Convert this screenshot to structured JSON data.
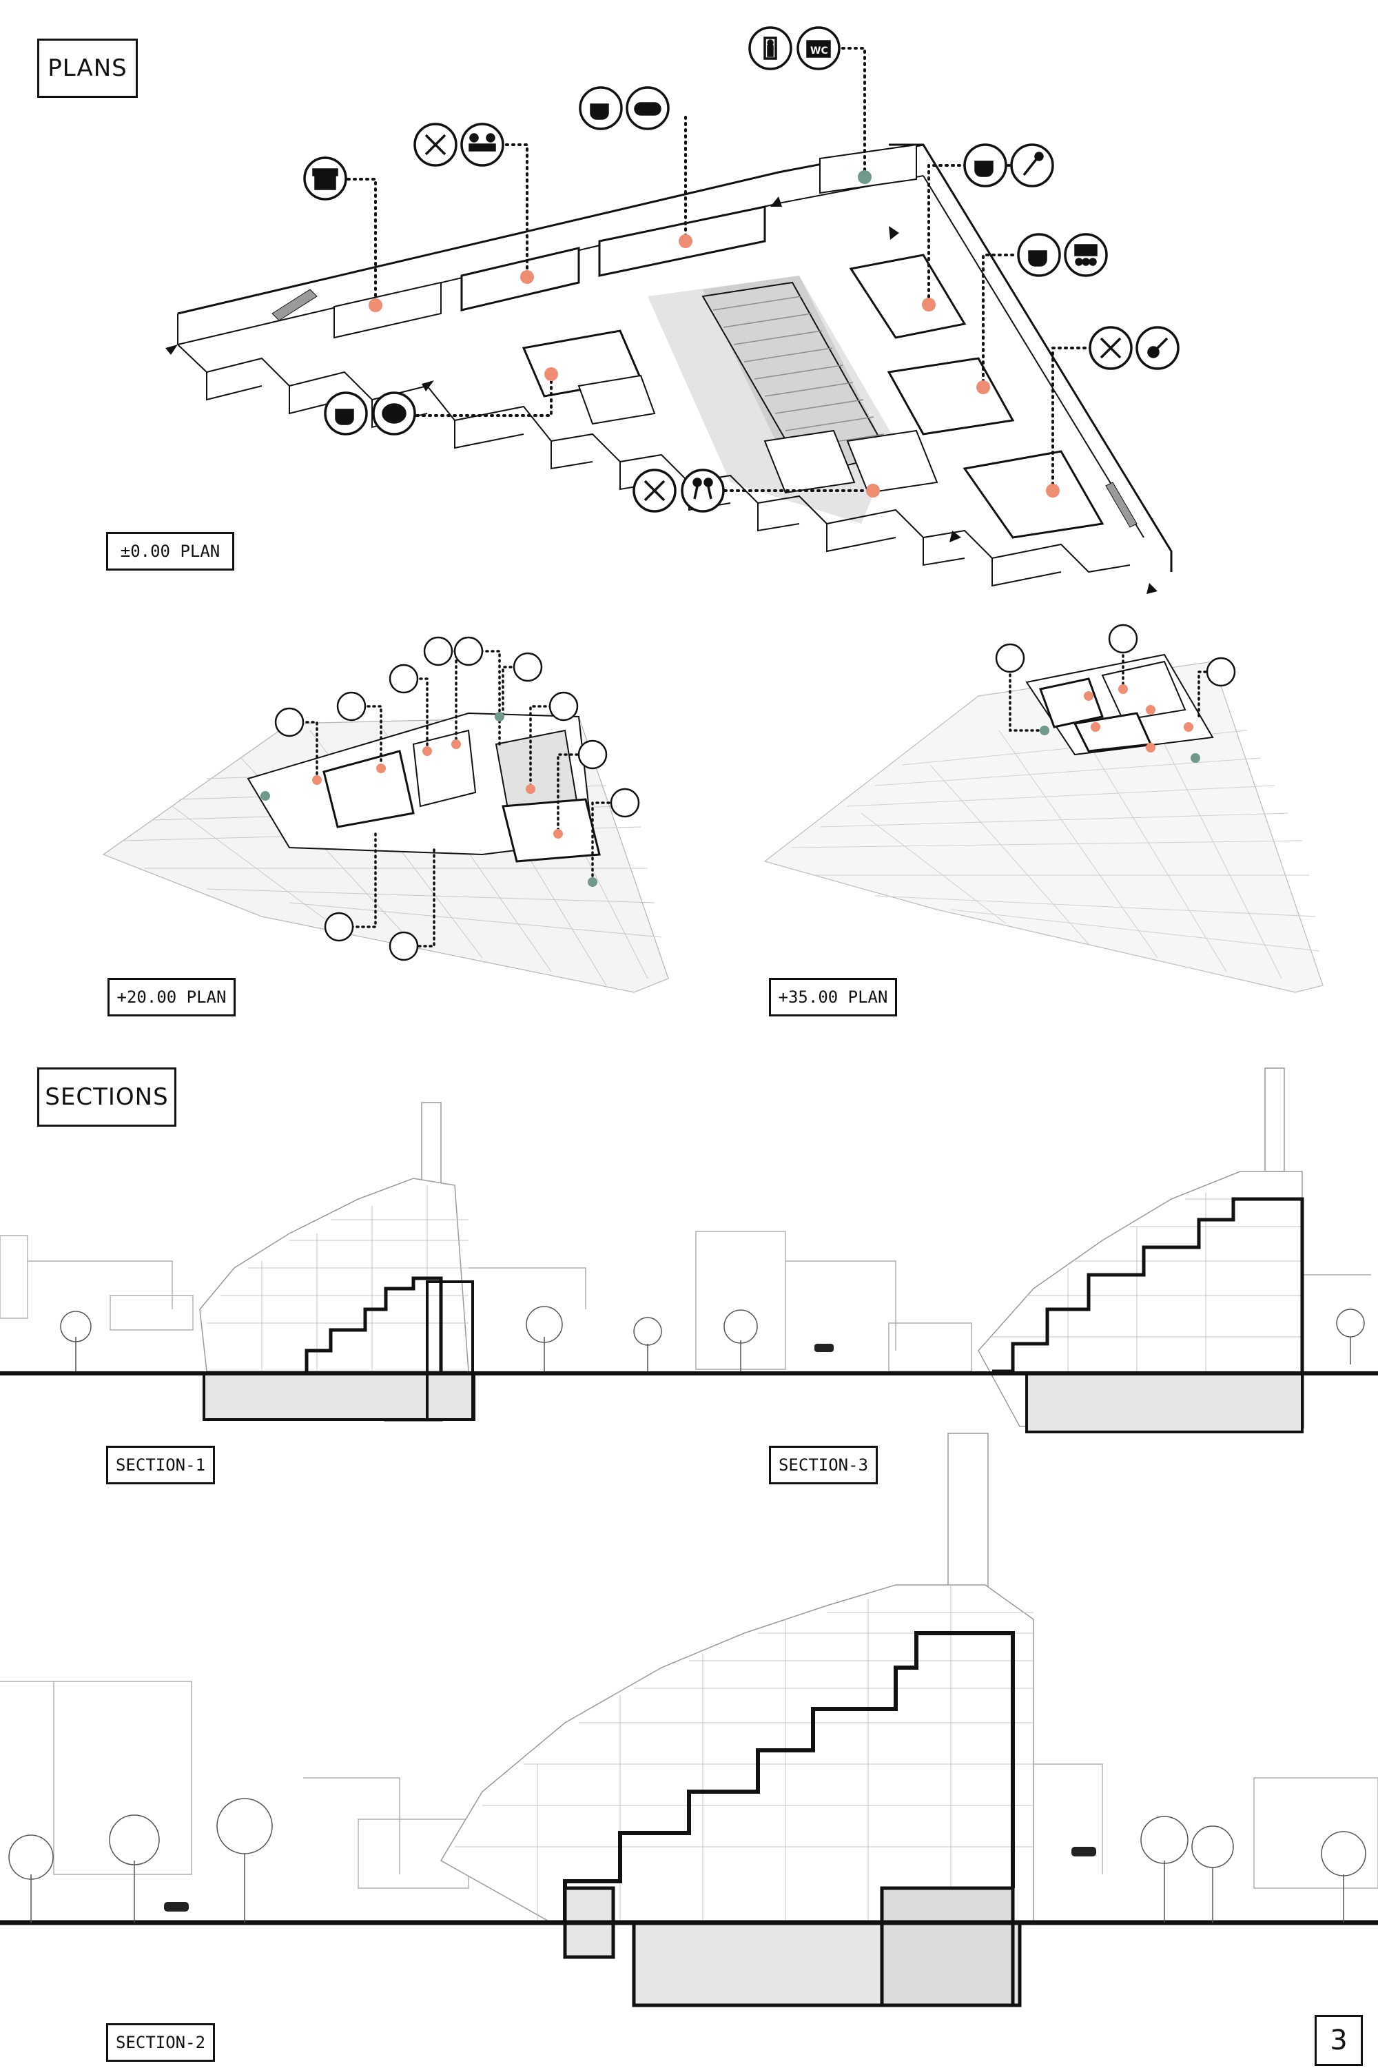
{
  "headers": {
    "plans": "PLANS",
    "sections": "SECTIONS"
  },
  "plan_labels": {
    "ground": "±0.00 PLAN",
    "level20": "+20.00 PLAN",
    "level35": "+35.00 PLAN"
  },
  "section_labels": {
    "s1": "SECTION-1",
    "s2": "SECTION-2",
    "s3": "SECTION-3"
  },
  "page_number": "3",
  "icon_labels": {
    "wc": "WC"
  },
  "colors": {
    "ink": "#111111",
    "accent_dot": "#ef8d73",
    "circulation_dot": "#6f9a8b",
    "shade": "#d9d9d9",
    "light_shade": "#eeeeee"
  },
  "icons": {
    "ground_plan": [
      "gift-icon",
      "cutlery-icon",
      "meeting-icon",
      "coffee-icon",
      "gamepad-icon",
      "elevator-icon",
      "wc-icon",
      "microphone-icon",
      "cinema-icon",
      "guitar-icon",
      "palette-icon",
      "dance-icon"
    ],
    "level20_plan": [
      "meeting-icon",
      "elevator-icon",
      "wc-icon",
      "microphone-icon",
      "palette-icon",
      "dance-icon",
      "smoking-icon",
      "barbecue-icon",
      "rocket-icon"
    ],
    "level35_plan": [
      "smoking-icon",
      "elevator-icon",
      "wheelchair-icon"
    ]
  }
}
